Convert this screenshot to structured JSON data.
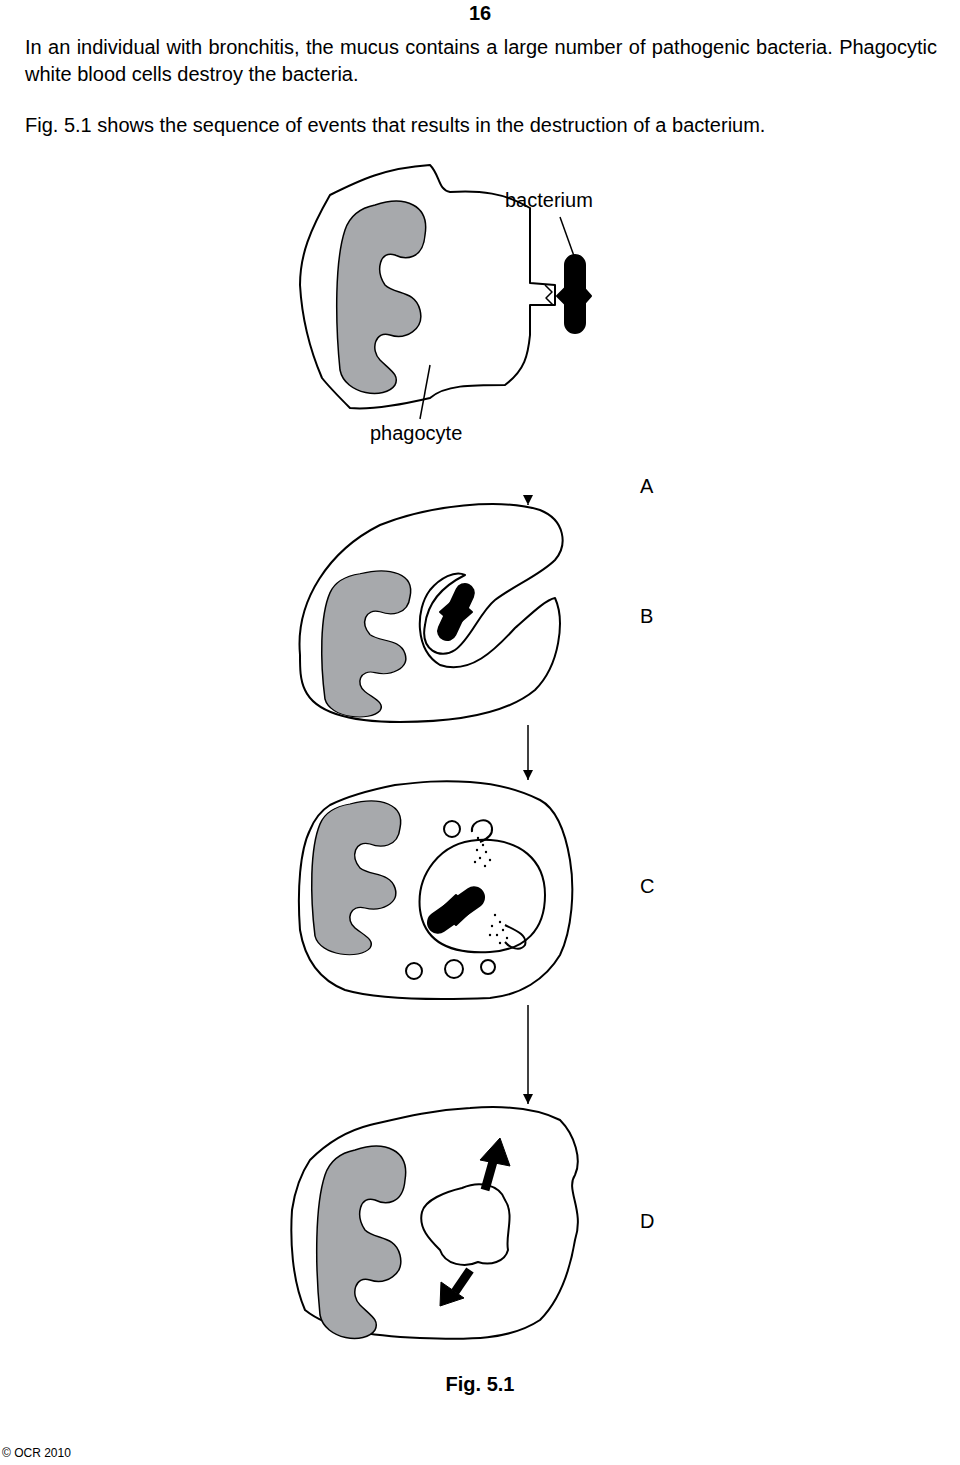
{
  "diagram": {
    "caption": "Fig. 5.1",
    "nodes": [
      {
        "text": [
          "A"
        ]
      },
      {
        "text": [
          "B"
        ]
      },
      {
        "text": [
          "C"
        ]
      },
      {
        "text": [
          "D"
        ]
      }
    ],
    "edges": [
      {
        "from": 0,
        "to": 1,
        "arrow": "to"
      },
      {
        "from": 1,
        "to": 2,
        "arrow": "to"
      },
      {
        "from": 2,
        "to": 3,
        "arrow": "to"
      }
    ],
    "labels": [
      "16",
      "In an individual with bronchitis, the mucus contains a large number of pathogenic bacteria. Phagocytic white blood cells destroy the bacteria.",
      "Fig. 5.1 shows the sequence of events that results in the destruction of a bacterium.",
      "bacterium",
      "phagocyte",
      "© OCR 2010"
    ]
  }
}
